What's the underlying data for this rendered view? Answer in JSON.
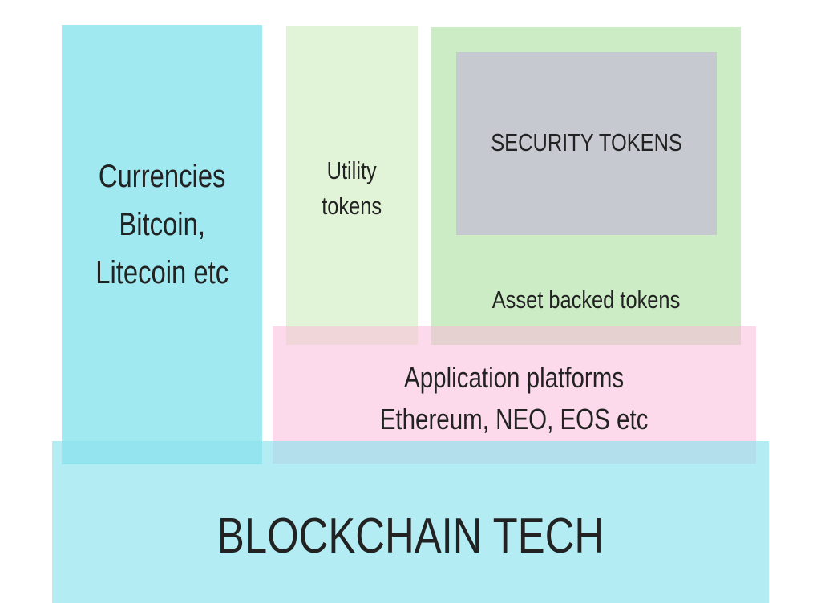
{
  "diagram": {
    "currencies": {
      "line1": "Currencies",
      "line2": "Bitcoin,",
      "line3": "Litecoin etc"
    },
    "utility_tokens": {
      "line1": "Utility",
      "line2": "tokens"
    },
    "asset_backed_tokens": "Asset backed tokens",
    "security_tokens": "SECURITY TOKENS",
    "application_platforms": {
      "line1": "Application platforms",
      "line2": "Ethereum, NEO, EOS etc"
    },
    "blockchain_tech": "BLOCKCHAIN TECH"
  },
  "colors": {
    "currencies": "#80e2ec",
    "utility_tokens": "#d6f0c8",
    "asset_backed_tokens": "#b0e2a8",
    "security_tokens": "#c7c9d1",
    "application_platforms": "#fbbcda",
    "blockchain_tech": "#8ce2ee",
    "text": "#222222"
  }
}
